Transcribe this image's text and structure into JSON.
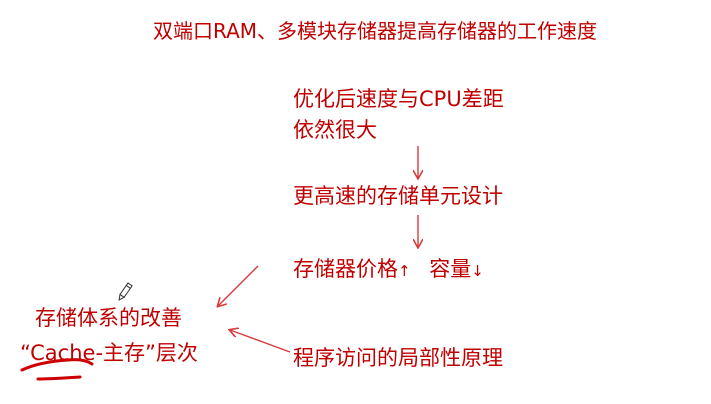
{
  "slide": {
    "title": "双端口RAM、多模块存储器提高存储器的工作速度",
    "steps": {
      "gap_line1": "优化后速度与CPU差距",
      "gap_line2": "依然很大",
      "design": "更高速的存储单元设计",
      "price_label": "存储器价格",
      "price_arrow": "↑",
      "capacity_label": "容量",
      "capacity_arrow": "↓",
      "locality": "程序访问的局部性原理"
    },
    "hierarchy": {
      "line1": "存储体系的改善",
      "line2": "“Cache-主存”层次"
    }
  },
  "colors": {
    "text": "#c00000",
    "arrow": "#d63a3a",
    "annotation": "#cc0000",
    "background": "#ffffff"
  },
  "icons": {
    "pen_cursor": "pencil-icon"
  }
}
